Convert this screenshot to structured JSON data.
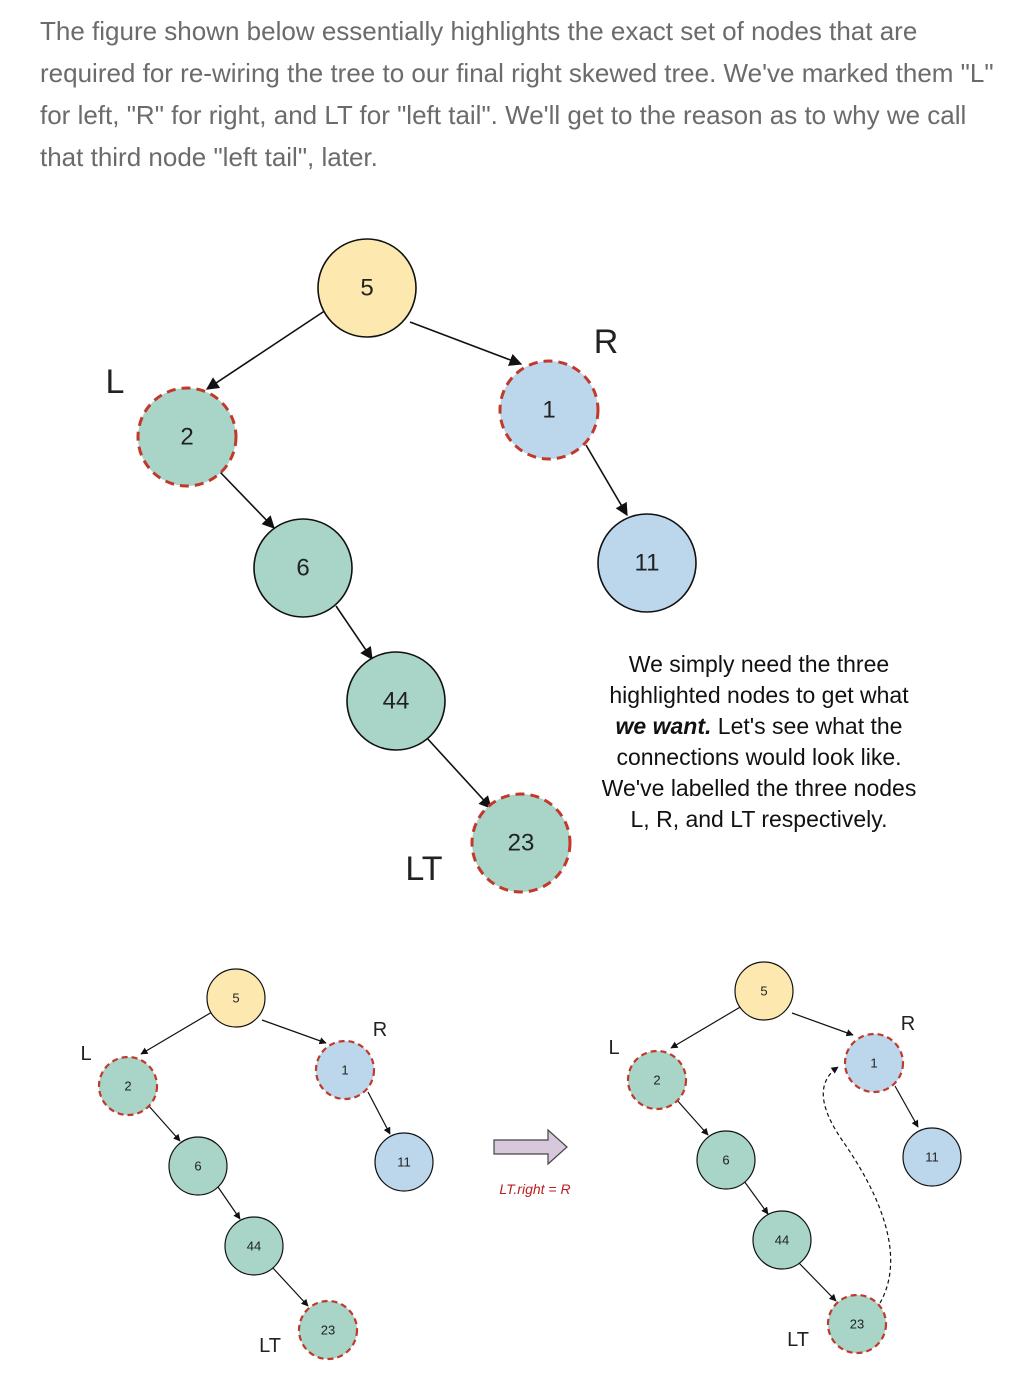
{
  "intro": {
    "text": "The figure shown below essentially highlights the exact set of nodes that are required for re-wiring the tree to our final right skewed tree. We've marked them \"L\" for left, \"R\" for right, and LT for \"left tail\". We'll get to the reason as to why we call that third node \"left tail\", later."
  },
  "top_tree": {
    "nodes": {
      "root": "5",
      "n2": "2",
      "n1": "1",
      "n6": "6",
      "n11": "11",
      "n44": "44",
      "n23": "23"
    },
    "labels": {
      "L": "L",
      "R": "R",
      "LT": "LT"
    },
    "note": {
      "line1": "We simply need the three",
      "line2": "highlighted nodes to get what",
      "line3_bold": "we want.",
      "line3_rest": " Let's see what the",
      "line4": "connections would look like.",
      "line5": "We've labelled the three nodes",
      "line6": "L, R, and LT respectively."
    }
  },
  "bottom_left_tree": {
    "nodes": {
      "root": "5",
      "n2": "2",
      "n1": "1",
      "n6": "6",
      "n11": "11",
      "n44": "44",
      "n23": "23"
    },
    "labels": {
      "L": "L",
      "R": "R",
      "LT": "LT"
    }
  },
  "operation": {
    "label": "LT.right = R"
  },
  "bottom_right_tree": {
    "nodes": {
      "root": "5",
      "n2": "2",
      "n1": "1",
      "n6": "6",
      "n11": "11",
      "n44": "44",
      "n23": "23"
    },
    "labels": {
      "L": "L",
      "R": "R",
      "LT": "LT"
    }
  },
  "colors": {
    "yellow": "#fde9b0",
    "teal": "#a8d5c8",
    "blue": "#bcd6ec",
    "highlight_dash": "#c0392b"
  }
}
